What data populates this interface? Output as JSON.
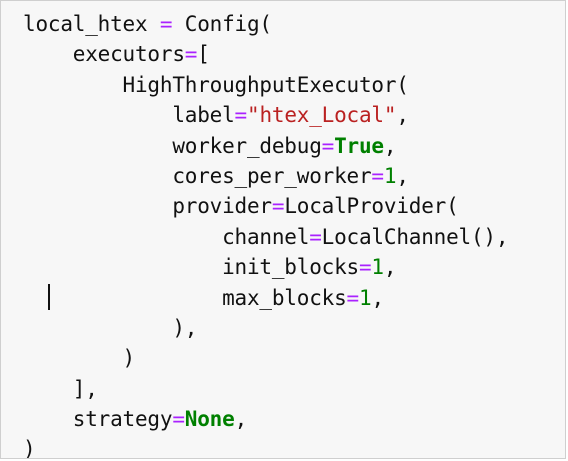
{
  "code_cell": {
    "lines": [
      [
        {
          "t": "local_htex "
        },
        {
          "t": "=",
          "c": "op"
        },
        {
          "t": " Config("
        }
      ],
      [
        {
          "t": "    executors"
        },
        {
          "t": "=",
          "c": "op"
        },
        {
          "t": "["
        }
      ],
      [
        {
          "t": "        HighThroughputExecutor("
        }
      ],
      [
        {
          "t": "            label"
        },
        {
          "t": "=",
          "c": "op"
        },
        {
          "t": "\"htex_Local\"",
          "c": "str"
        },
        {
          "t": ","
        }
      ],
      [
        {
          "t": "            worker_debug"
        },
        {
          "t": "=",
          "c": "op"
        },
        {
          "t": "True",
          "c": "kw"
        },
        {
          "t": ","
        }
      ],
      [
        {
          "t": "            cores_per_worker"
        },
        {
          "t": "=",
          "c": "op"
        },
        {
          "t": "1",
          "c": "num"
        },
        {
          "t": ","
        }
      ],
      [
        {
          "t": "            provider"
        },
        {
          "t": "=",
          "c": "op"
        },
        {
          "t": "LocalProvider("
        }
      ],
      [
        {
          "t": "                channel"
        },
        {
          "t": "=",
          "c": "op"
        },
        {
          "t": "LocalChannel(),"
        }
      ],
      [
        {
          "t": "                init_blocks"
        },
        {
          "t": "=",
          "c": "op"
        },
        {
          "t": "1",
          "c": "num"
        },
        {
          "t": ","
        }
      ],
      [
        {
          "t": "                max_blocks"
        },
        {
          "t": "=",
          "c": "op"
        },
        {
          "t": "1",
          "c": "num"
        },
        {
          "t": ","
        }
      ],
      [
        {
          "t": "            ),"
        }
      ],
      [
        {
          "t": "        )"
        }
      ],
      [
        {
          "t": "    ],"
        }
      ],
      [
        {
          "t": "    strategy"
        },
        {
          "t": "=",
          "c": "op"
        },
        {
          "t": "None",
          "c": "kw"
        },
        {
          "t": ","
        }
      ],
      [
        {
          "t": ")"
        }
      ]
    ]
  },
  "colors": {
    "background": "#f7f7f7",
    "border": "#cfcfcf",
    "operator": "#aa22ff",
    "string": "#ba2121",
    "number": "#008000",
    "keyword": "#008000"
  }
}
